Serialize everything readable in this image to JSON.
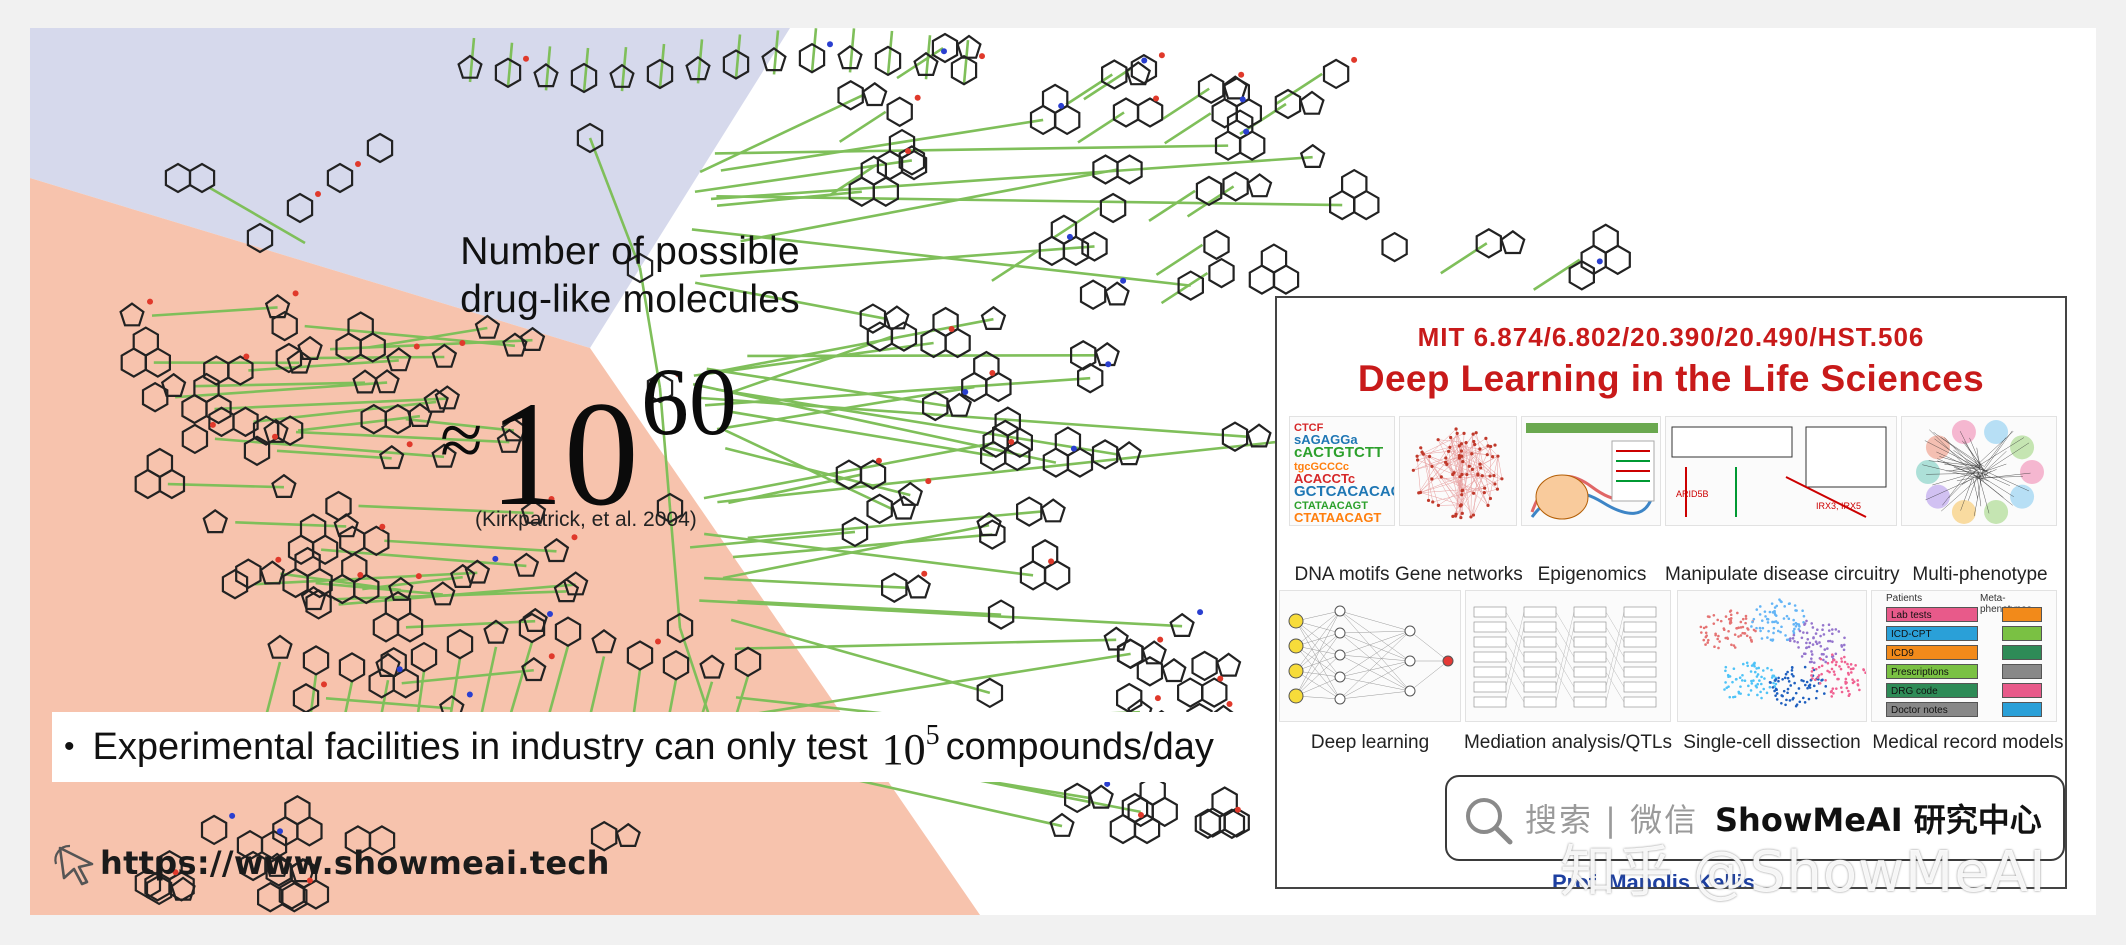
{
  "slide": {
    "title_line1": "Number of possible",
    "title_line2": "drug-like molecules",
    "approx_symbol": "≈",
    "number_base": "10",
    "number_exponent": "60",
    "citation": "(Kirkpatrick, et al. 2004)",
    "bullet": {
      "marker": "•",
      "text_before": "Experimental facilities in industry can only test",
      "number_base": "10",
      "number_exponent": "5",
      "text_after": "compounds/day"
    }
  },
  "footer": {
    "url": "https://www.showmeai.tech",
    "logo_icon": "cursor-arrow-icon"
  },
  "course_card": {
    "code": "MIT 6.874/6.802/20.390/20.490/HST.506",
    "title": "Deep Learning in the Life Sciences",
    "panels_row1": [
      "DNA motifs",
      "Gene networks",
      "Epigenomics",
      "Manipulate disease circuitry",
      "Multi-phenotype"
    ],
    "panels_row2": [
      "Deep learning",
      "Mediation analysis/QTLs",
      "Single-cell dissection",
      "Medical record models"
    ],
    "cut_off_name": "Prof. Manolis Kellis",
    "motif_text": [
      "CTCF",
      "sAGAGGa",
      "cACTGTCTT",
      "tgcGCCCc",
      "ACACCTc",
      "GCTCACACAG",
      "CTATAACAGT",
      "CTATAACAGT"
    ],
    "record_rows": [
      "Lab tests",
      "ICD-CPT",
      "ICD9",
      "Prescriptions",
      "DRG code",
      "Doctor notes"
    ],
    "record_header": [
      "Patients",
      "Meta-phenotypes"
    ],
    "colors": {
      "course_red": "#c81a1a",
      "record_colors": [
        "#e85a8a",
        "#2aa0d8",
        "#f28a1a",
        "#7ac143",
        "#2e8b57",
        "#888888"
      ]
    }
  },
  "watermark": {
    "search_hint": "搜索 | 微信",
    "search_brand": "ShowMeAI 研究中心",
    "zhihu_tag": "知乎 @ShowMeAI",
    "search_icon": "magnifier-icon"
  },
  "colors": {
    "region_blue": "#d6d9ec",
    "region_salmon": "#f7c3ad",
    "edge_green": "#7fbf5a",
    "molecule_stroke": "#222222",
    "heteroatom_red": "#e0392b",
    "heteroatom_blue": "#2a3fd0"
  }
}
